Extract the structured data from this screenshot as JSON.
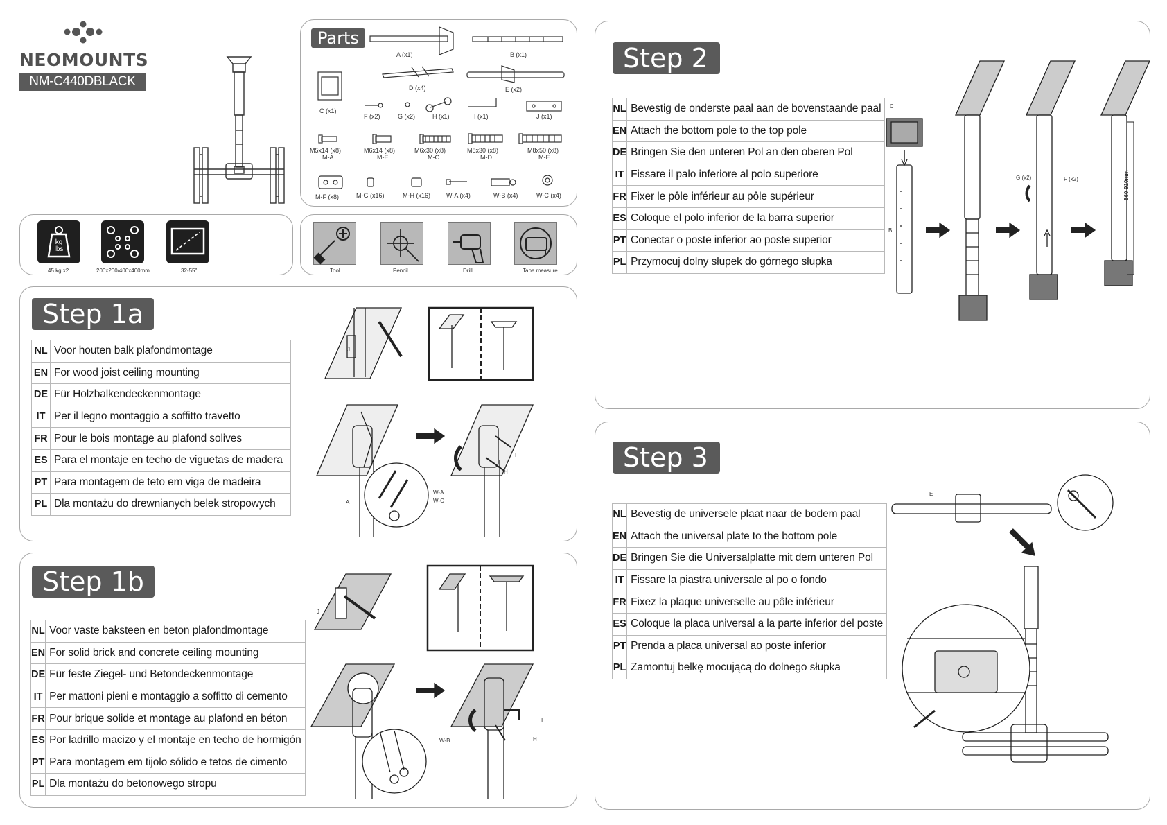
{
  "brand": {
    "name": "NEOMOUNTS",
    "model": "NM-C440DBLACK"
  },
  "parts": {
    "title": "Parts",
    "items": {
      "A": "A (x1)",
      "B": "B (x1)",
      "C": "C (x1)",
      "D": "D (x4)",
      "E": "E (x2)",
      "F": "F (x2)",
      "G": "G (x2)",
      "H": "H (x1)",
      "I": "I (x1)",
      "J": "J (x1)",
      "MA1": "M5x14 (x8)",
      "MA2": "M-A",
      "ME1": "M6x14 (x8)",
      "ME2": "M-E",
      "MC1": "M6x30 (x8)",
      "MC2": "M-C",
      "MD1": "M8x30 (x8)",
      "MD2": "M-D",
      "MX1": "M8x50 (x8)",
      "MX2": "M-E",
      "MF": "M-F (x8)",
      "MG": "M-G (x16)",
      "MH": "M-H (x16)",
      "WA": "W-A (x4)",
      "WB": "W-B (x4)",
      "WC": "W-C (x4)"
    }
  },
  "specs": {
    "weight_icon": "kg\nlbs",
    "weight": "45 kg x2",
    "vesa": "200x200/400x400mm",
    "screen": "32-55\""
  },
  "tools": {
    "tool": "Tool",
    "pencil": "Pencil",
    "drill": "Drill",
    "tape": "Tape measure"
  },
  "steps": {
    "s1a": {
      "title": "Step 1a",
      "rows": [
        {
          "code": "NL",
          "text": "Voor houten balk plafondmontage"
        },
        {
          "code": "EN",
          "text": "For wood joist ceiling mounting"
        },
        {
          "code": "DE",
          "text": "Für Holzbalkendeckenmontage"
        },
        {
          "code": "IT",
          "text": "Per il legno montaggio a soffitto travetto"
        },
        {
          "code": "FR",
          "text": "Pour le bois montage au plafond solives"
        },
        {
          "code": "ES",
          "text": "Para el montaje en techo de viguetas de madera"
        },
        {
          "code": "PT",
          "text": "Para montagem de teto em viga de madeira"
        },
        {
          "code": "PL",
          "text": "Dla montażu do drewnianych belek stropowych"
        }
      ],
      "callouts": {
        "j": "J",
        "a": "A",
        "i": "I",
        "h": "H",
        "wa": "W-A",
        "wc": "W-C"
      }
    },
    "s1b": {
      "title": "Step 1b",
      "rows": [
        {
          "code": "NL",
          "text": "Voor vaste baksteen en beton plafondmontage"
        },
        {
          "code": "EN",
          "text": "For solid brick and concrete ceiling mounting"
        },
        {
          "code": "DE",
          "text": "Für feste Ziegel- und Betondeckenmontage"
        },
        {
          "code": "IT",
          "text": "Per mattoni pieni e montaggio a soffitto di cemento"
        },
        {
          "code": "FR",
          "text": "Pour brique solide et montage au plafond en béton"
        },
        {
          "code": "ES",
          "text": "Por ladrillo macizo y el montaje en techo de hormigón"
        },
        {
          "code": "PT",
          "text": "Para montagem em tijolo sólido e tetos de cimento"
        },
        {
          "code": "PL",
          "text": "Dla montażu do betonowego stropu"
        }
      ],
      "callouts": {
        "j": "J",
        "i": "I",
        "h": "H",
        "wb": "W-B"
      }
    },
    "s2": {
      "title": "Step 2",
      "rows": [
        {
          "code": "NL",
          "text": "Bevestig de onderste paal aan de bovenstaande paal"
        },
        {
          "code": "EN",
          "text": "Attach the bottom pole to the top pole"
        },
        {
          "code": "DE",
          "text": "Bringen Sie den unteren Pol an den oberen Pol"
        },
        {
          "code": "IT",
          "text": "Fissare il palo inferiore al polo superiore"
        },
        {
          "code": "FR",
          "text": "Fixer le pôle inférieur au pôle supérieur"
        },
        {
          "code": "ES",
          "text": "Coloque el polo inferior de la barra superior"
        },
        {
          "code": "PT",
          "text": "Conectar o poste inferior ao poste superior"
        },
        {
          "code": "PL",
          "text": "Przymocuj dolny słupek  do górnego słupka"
        }
      ],
      "callouts": {
        "c": "C",
        "b": "B",
        "g": "G (x2)",
        "f": "F (x2)",
        "range": "560-910mm"
      }
    },
    "s3": {
      "title": "Step 3",
      "rows": [
        {
          "code": "NL",
          "text": "Bevestig de universele plaat naar de bodem paal"
        },
        {
          "code": "EN",
          "text": "Attach the universal plate to the bottom pole"
        },
        {
          "code": "DE",
          "text": "Bringen Sie die Universalplatte mit dem unteren Pol"
        },
        {
          "code": "IT",
          "text": "Fissare la piastra universale al po o fondo"
        },
        {
          "code": "FR",
          "text": "Fixez la plaque universelle au pôle inférieur"
        },
        {
          "code": "ES",
          "text": "Coloque la placa universal a la parte inferior del poste"
        },
        {
          "code": "PT",
          "text": "Prenda a placa universal ao poste inferior"
        },
        {
          "code": "PL",
          "text": "Zamontuj belkę mocującą  do dolnego słupka"
        }
      ],
      "callouts": {
        "e": "E"
      }
    }
  }
}
